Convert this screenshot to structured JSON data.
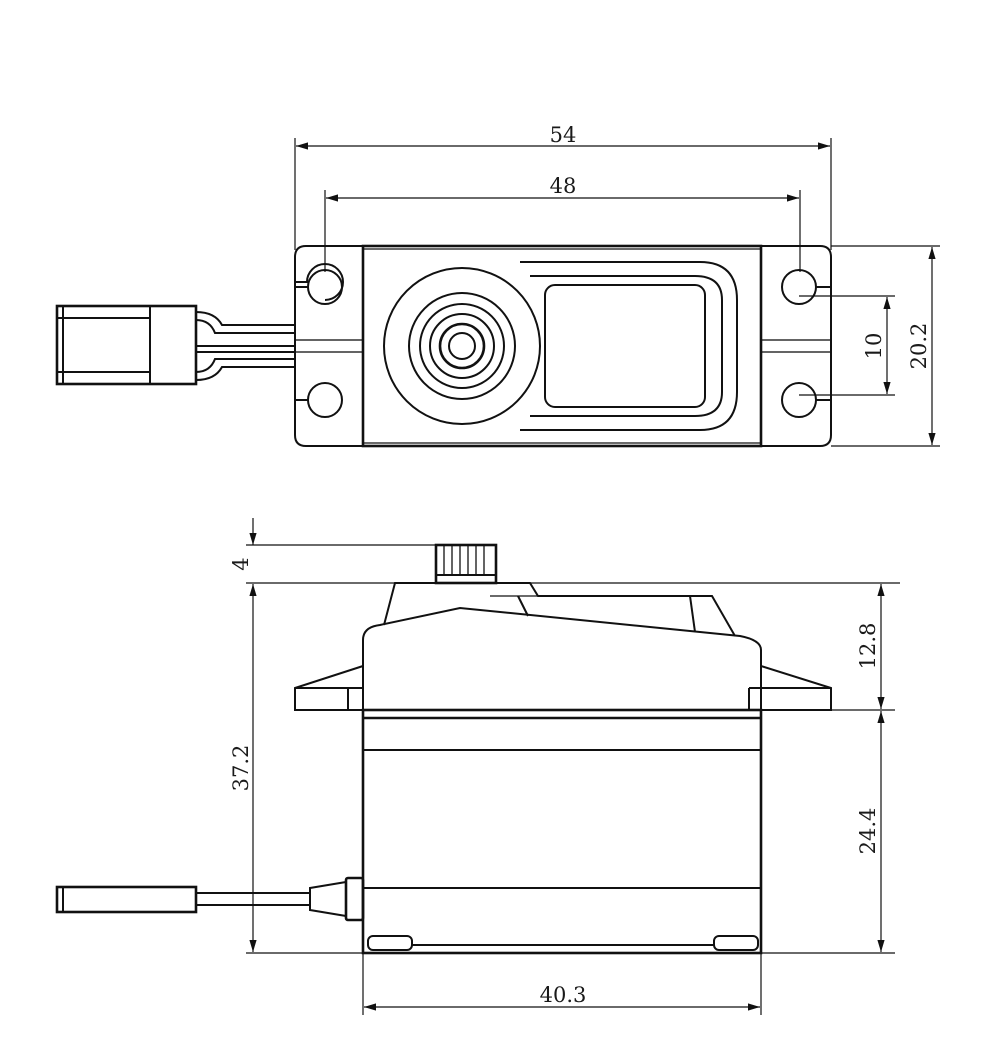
{
  "colors": {
    "line": "#111111",
    "background": "#ffffff"
  },
  "top_view": {
    "dim_overall_width": "54",
    "dim_hole_spacing": "48",
    "dim_hole_pitch": "10",
    "dim_tab_height": "20.2"
  },
  "side_view": {
    "dim_spline_height": "4",
    "dim_total_height": "37.2",
    "dim_upper_height": "12.8",
    "dim_lower_height": "24.4",
    "dim_body_width": "40.3"
  }
}
